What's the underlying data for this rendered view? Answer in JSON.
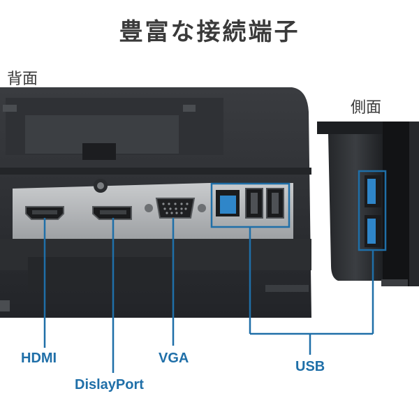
{
  "title": "豊富な接続端子",
  "views": {
    "rear": "背面",
    "side": "側面"
  },
  "ports": {
    "hdmi": "HDMI",
    "displayport": "DislayPort",
    "vga": "VGA",
    "usb": "USB"
  },
  "colors": {
    "callout": "#1f6fa8",
    "monitor_body": "#2b2d30",
    "port_panel": "#b9bcbf",
    "usb3_blue": "#2f86c9"
  }
}
